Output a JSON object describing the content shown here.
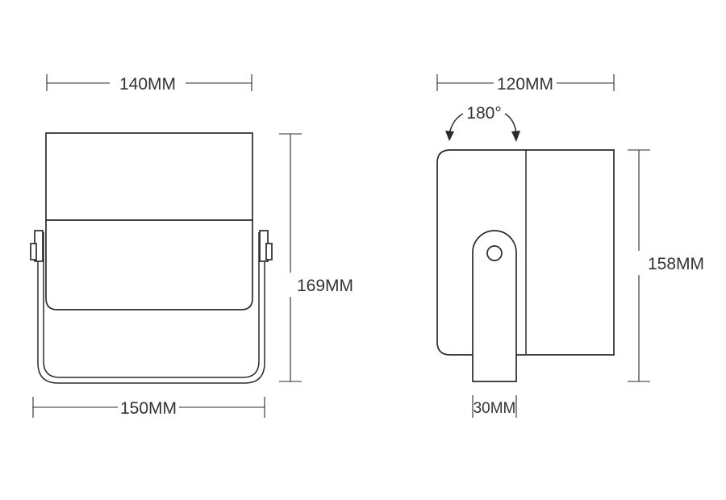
{
  "front_view": {
    "top_width": "140MM",
    "height": "169MM",
    "bottom_width": "150MM"
  },
  "side_view": {
    "top_width": "120MM",
    "rotation": "180°",
    "height": "158MM",
    "bracket_width": "30MM"
  },
  "colors": {
    "stroke": "#2b2b2b",
    "text": "#333333",
    "background": "#ffffff"
  }
}
